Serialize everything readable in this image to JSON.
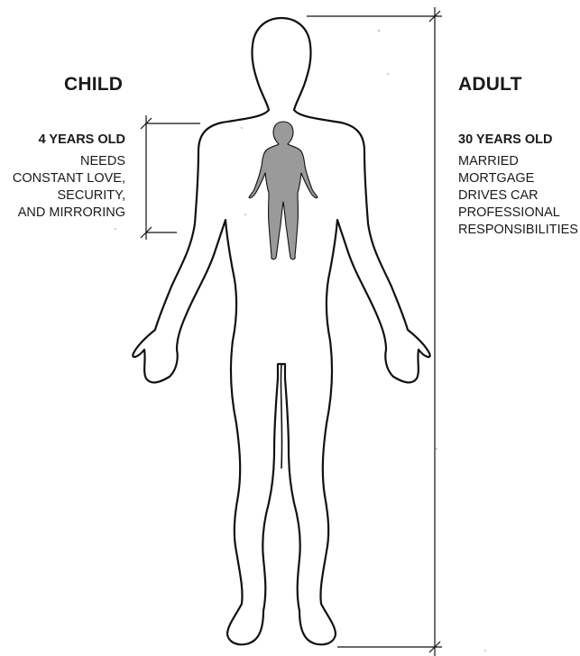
{
  "child": {
    "heading": "CHILD",
    "age": "4 YEARS OLD",
    "needs_lines": [
      "NEEDS",
      "CONSTANT LOVE,",
      "SECURITY,",
      "AND MIRRORING"
    ]
  },
  "adult": {
    "heading": "ADULT",
    "age": "30 YEARS OLD",
    "traits": [
      "MARRIED",
      "MORTGAGE",
      "DRIVES CAR",
      "PROFESSIONAL",
      "RESPONSIBILITIES"
    ]
  },
  "colors": {
    "outline": "#111111",
    "child_fill": "#9a9a9a",
    "background": "#ffffff"
  }
}
